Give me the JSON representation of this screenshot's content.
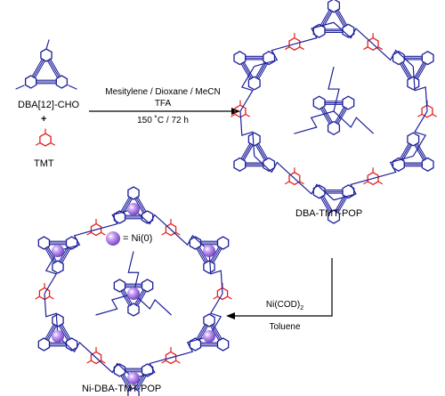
{
  "reactants": {
    "aldehyde": "DBA[12]-CHO",
    "plus": "+",
    "amine_core": "TMT"
  },
  "step1": {
    "solvent": "Mesitylene / Dioxane / MeCN",
    "acid": "TFA",
    "conditions": "150 ˚C / 72 h"
  },
  "products": {
    "framework": "DBA-TMT-POP",
    "metalated": "Ni-DBA-TMT-POP"
  },
  "step2": {
    "reagent": "Ni(COD)",
    "reagent_subscript": "2",
    "solvent": "Toluene"
  },
  "legend": {
    "nickel": "= Ni(0)"
  },
  "colors": {
    "framework": "#1c1f9a",
    "triazine": "#e0201e",
    "nickel_sphere": "#a070e0",
    "arrow": "#000000"
  }
}
